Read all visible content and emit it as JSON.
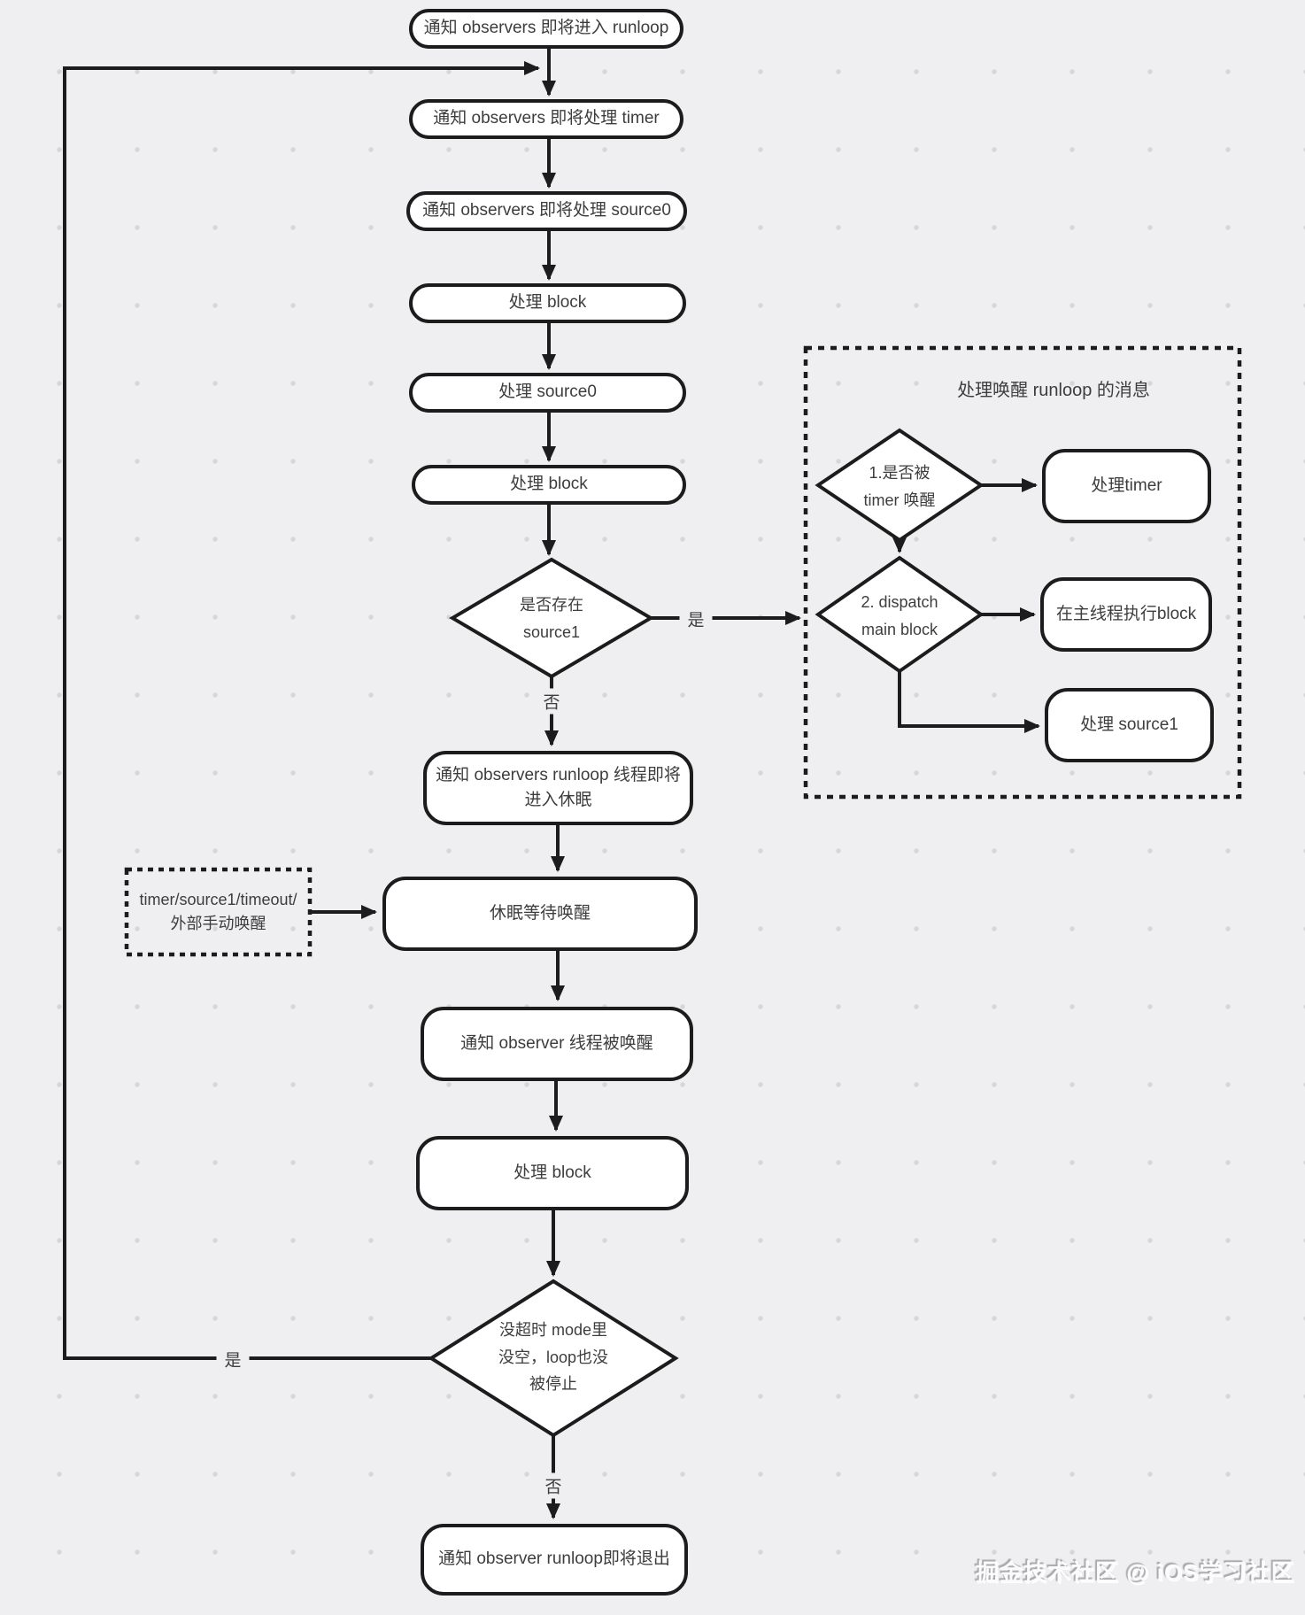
{
  "page": {
    "background_color": "#efeff1",
    "dot_color": "#d6d6d9",
    "line_color": "#1c1c1c",
    "node_fill": "#ffffff",
    "text_color": "#3d3d3d"
  },
  "nodes": {
    "enter_runloop": "通知 observers 即将进入 runloop",
    "will_process_timer": "通知 observers 即将处理 timer",
    "will_process_source0": "通知 observers 即将处理 source0",
    "process_block_1": "处理 block",
    "process_source0": "处理 source0",
    "process_block_2": "处理 block",
    "has_source1": {
      "line1": "是否存在",
      "line2": "source1"
    },
    "will_sleep": {
      "line1": "通知 observers runloop 线程即将",
      "line2": "进入休眠"
    },
    "sleep_wait": "休眠等待唤醒",
    "wake_sources": {
      "line1": "timer/source1/timeout/",
      "line2": "外部手动唤醒"
    },
    "thread_woken": "通知 observer 线程被唤醒",
    "process_block_3": "处理 block",
    "loop_condition": {
      "line1": "没超时 mode里",
      "line2": "没空，loop也没",
      "line3": "被停止"
    },
    "will_exit": "通知 observer runloop即将退出"
  },
  "wake_panel": {
    "title": "处理唤醒 runloop 的消息",
    "check_timer": {
      "line1": "1.是否被",
      "line2": "timer 唤醒"
    },
    "process_timer": "处理timer",
    "dispatch_main_block": {
      "line1": "2. dispatch",
      "line2": "main block"
    },
    "exec_main_block": "在主线程执行block",
    "process_source1": "处理 source1"
  },
  "labels": {
    "yes_source1": "是",
    "no_source1": "否",
    "yes_loop": "是",
    "no_loop": "否"
  },
  "watermark": "掘金技术社区 @ iOS学习社区"
}
